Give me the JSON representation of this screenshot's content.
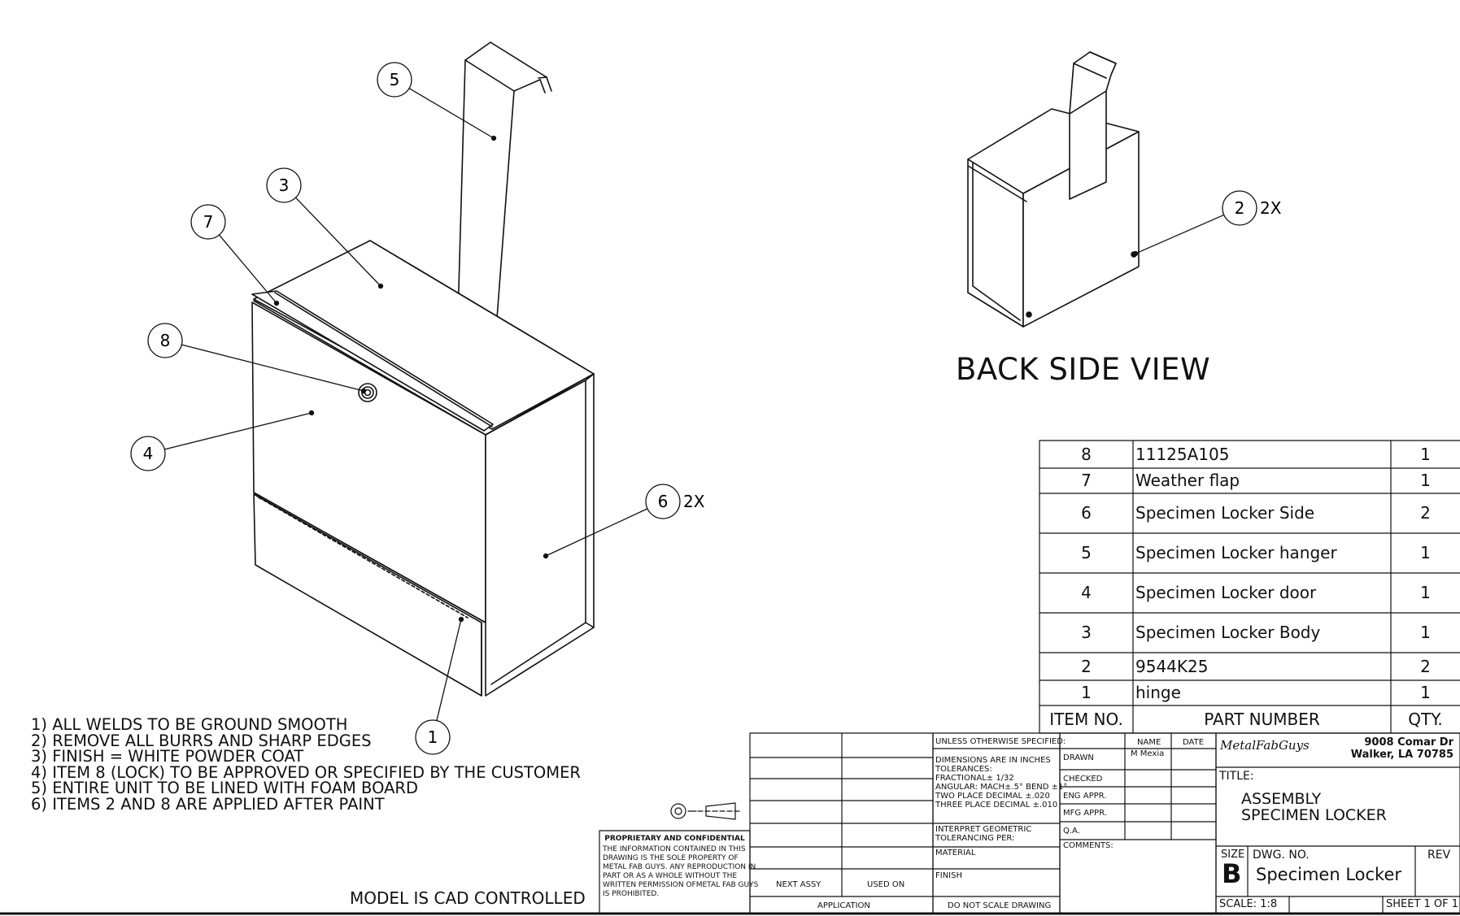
{
  "views": {
    "back_side_label": "BACK SIDE VIEW"
  },
  "callouts": [
    {
      "num": "5",
      "suffix": ""
    },
    {
      "num": "3",
      "suffix": ""
    },
    {
      "num": "7",
      "suffix": ""
    },
    {
      "num": "8",
      "suffix": ""
    },
    {
      "num": "4",
      "suffix": ""
    },
    {
      "num": "6",
      "suffix": "2X"
    },
    {
      "num": "1",
      "suffix": ""
    },
    {
      "num": "2",
      "suffix": "2X"
    }
  ],
  "notes": [
    "1) ALL WELDS TO BE GROUND SMOOTH",
    "2) REMOVE ALL BURRS AND SHARP EDGES",
    "3) FINISH = WHITE POWDER COAT",
    "4) ITEM 8 (LOCK) TO BE APPROVED OR SPECIFIED BY THE CUSTOMER",
    "5) ENTIRE UNIT TO BE LINED WITH FOAM BOARD",
    "6) ITEMS 2 AND 8 ARE APPLIED AFTER PAINT"
  ],
  "cad_notice": "MODEL IS CAD CONTROLLED",
  "bom": {
    "headers": {
      "item": "ITEM NO.",
      "part": "PART NUMBER",
      "qty": "QTY."
    },
    "rows": [
      {
        "item": "8",
        "part": "11125A105",
        "qty": "1"
      },
      {
        "item": "7",
        "part": "Weather flap",
        "qty": "1"
      },
      {
        "item": "6",
        "part": "Specimen Locker Side",
        "qty": "2"
      },
      {
        "item": "5",
        "part": "Specimen Locker hanger",
        "qty": "1"
      },
      {
        "item": "4",
        "part": "Specimen Locker door",
        "qty": "1"
      },
      {
        "item": "3",
        "part": "Specimen Locker Body",
        "qty": "1"
      },
      {
        "item": "2",
        "part": "9544K25",
        "qty": "2"
      },
      {
        "item": "1",
        "part": "hinge",
        "qty": "1"
      }
    ]
  },
  "proprietary": {
    "title": "PROPRIETARY AND CONFIDENTIAL",
    "lines": [
      "THE INFORMATION CONTAINED IN THIS",
      "DRAWING IS THE SOLE PROPERTY OF",
      "METAL FAB GUYS.  ANY REPRODUCTION IN",
      "PART OR AS A WHOLE WITHOUT THE",
      "WRITTEN PERMISSION OFMETAL FAB GUYS",
      "IS PROHIBITED."
    ]
  },
  "application": {
    "next_assy": "NEXT ASSY",
    "used_on": "USED ON",
    "label": "APPLICATION"
  },
  "tolerances": {
    "header": "UNLESS OTHERWISE SPECIFIED:",
    "lines": [
      "DIMENSIONS ARE IN INCHES",
      "TOLERANCES:",
      "FRACTIONAL± 1/32",
      "ANGULAR: MACH±.5°  BEND ±1°",
      "TWO PLACE DECIMAL    ±.020",
      "THREE PLACE DECIMAL  ±.010"
    ],
    "interpret": [
      "INTERPRET GEOMETRIC",
      "TOLERANCING PER:"
    ],
    "material": "MATERIAL",
    "finish": "FINISH",
    "do_not_scale": "DO NOT SCALE DRAWING"
  },
  "signoff": {
    "name_header": "NAME",
    "date_header": "DATE",
    "rows": [
      {
        "label": "DRAWN",
        "name": "M Mexia",
        "date": ""
      },
      {
        "label": "CHECKED",
        "name": "",
        "date": ""
      },
      {
        "label": "ENG APPR.",
        "name": "",
        "date": ""
      },
      {
        "label": "MFG APPR.",
        "name": "",
        "date": ""
      },
      {
        "label": "Q.A.",
        "name": "",
        "date": ""
      }
    ],
    "comments": "COMMENTS:"
  },
  "company": {
    "logo_text": "MetalFabGuys",
    "address_line1": "9008 Comar Dr",
    "address_line2": "Walker, LA 70785"
  },
  "title_block": {
    "title_label": "TITLE:",
    "title_line1": "ASSEMBLY",
    "title_line2": "SPECIMEN LOCKER",
    "size_label": "SIZE",
    "size_value": "B",
    "dwg_no_label": "DWG.  NO.",
    "dwg_no_value": "Specimen Locker",
    "rev_label": "REV",
    "scale": "SCALE: 1:8",
    "sheet": "SHEET 1 OF 1"
  },
  "colors": {
    "line": "#111111",
    "background": "#ffffff"
  }
}
